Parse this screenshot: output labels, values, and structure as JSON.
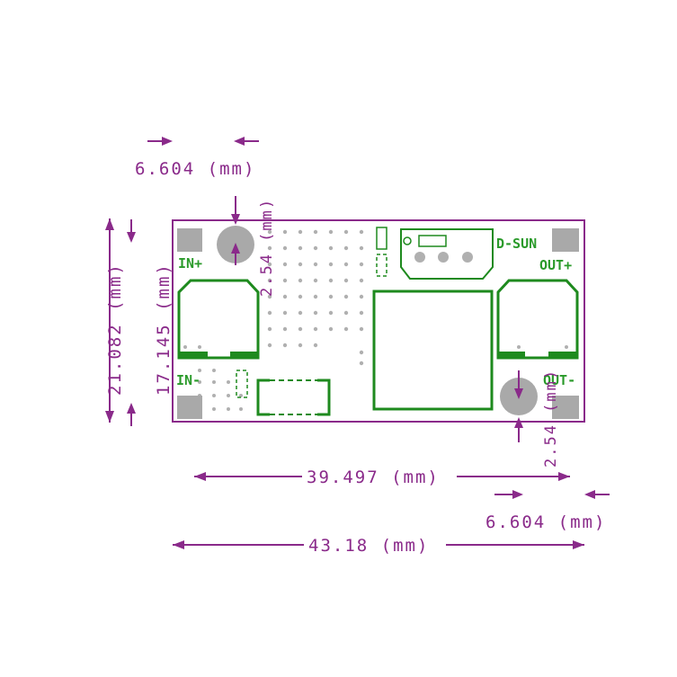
{
  "labels": {
    "in_plus": "IN+",
    "in_minus": "IN-",
    "out_plus": "OUT+",
    "out_minus": "OUT-",
    "brand": "D-SUN"
  },
  "dimensions": {
    "top_hole_offset": "6.604 (mm)",
    "board_height": "21.082 (mm)",
    "pad_height": "17.145 (mm)",
    "top_hole_dia": "2.54 (mm)",
    "bottom_hole_dia": "2.54 (mm)",
    "pad_span": "39.497 (mm)",
    "bottom_hole_offset": "6.604 (mm)",
    "board_width": "43.18 (mm)"
  },
  "colors": {
    "dimension": "#8a2a8a",
    "silkscreen": "#2a9a2a",
    "board_outline": "#8a2a8a",
    "pad": "#a9a9a9"
  }
}
